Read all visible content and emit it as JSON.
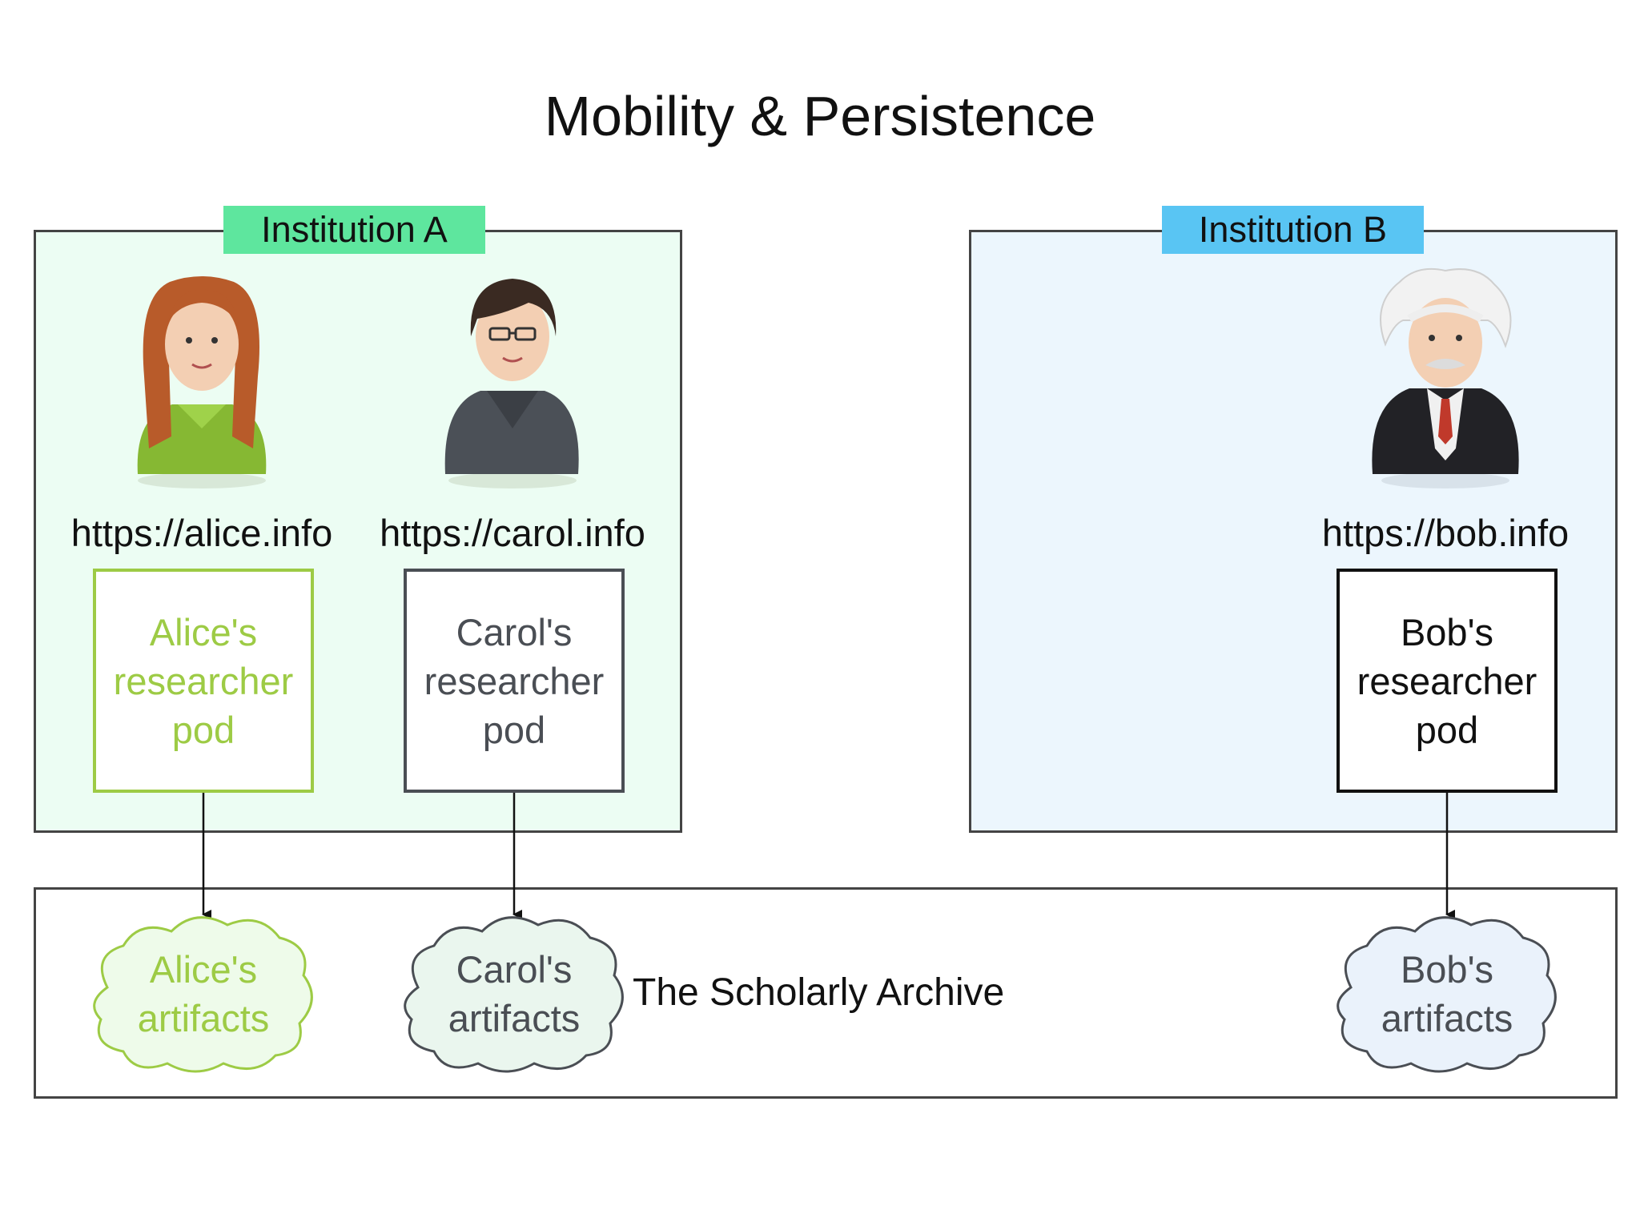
{
  "title": "Mobility & Persistence",
  "institutions": [
    {
      "label": "Institution A",
      "color": "#5ee69e",
      "background": "#ecfdf3"
    },
    {
      "label": "Institution B",
      "color": "#59c5f3",
      "background": "#ecf6fd"
    }
  ],
  "researchers": {
    "alice": {
      "url": "https://alice.info",
      "pod": [
        "Alice's",
        "researcher",
        "pod"
      ],
      "artifacts": [
        "Alice's",
        "artifacts"
      ],
      "color": "#9dcb45"
    },
    "carol": {
      "url": "https://carol.info",
      "pod": [
        "Carol's",
        "researcher",
        "pod"
      ],
      "artifacts": [
        "Carol's",
        "artifacts"
      ],
      "color": "#4a4e54"
    },
    "bob": {
      "url": "https://bob.info",
      "pod": [
        "Bob's",
        "researcher",
        "pod"
      ],
      "artifacts": [
        "Bob's",
        "artifacts"
      ],
      "color": "#111111"
    }
  },
  "archive": {
    "label": "The Scholarly Archive"
  },
  "icons": [
    "alice-avatar-icon",
    "carol-avatar-icon",
    "bob-avatar-icon"
  ]
}
